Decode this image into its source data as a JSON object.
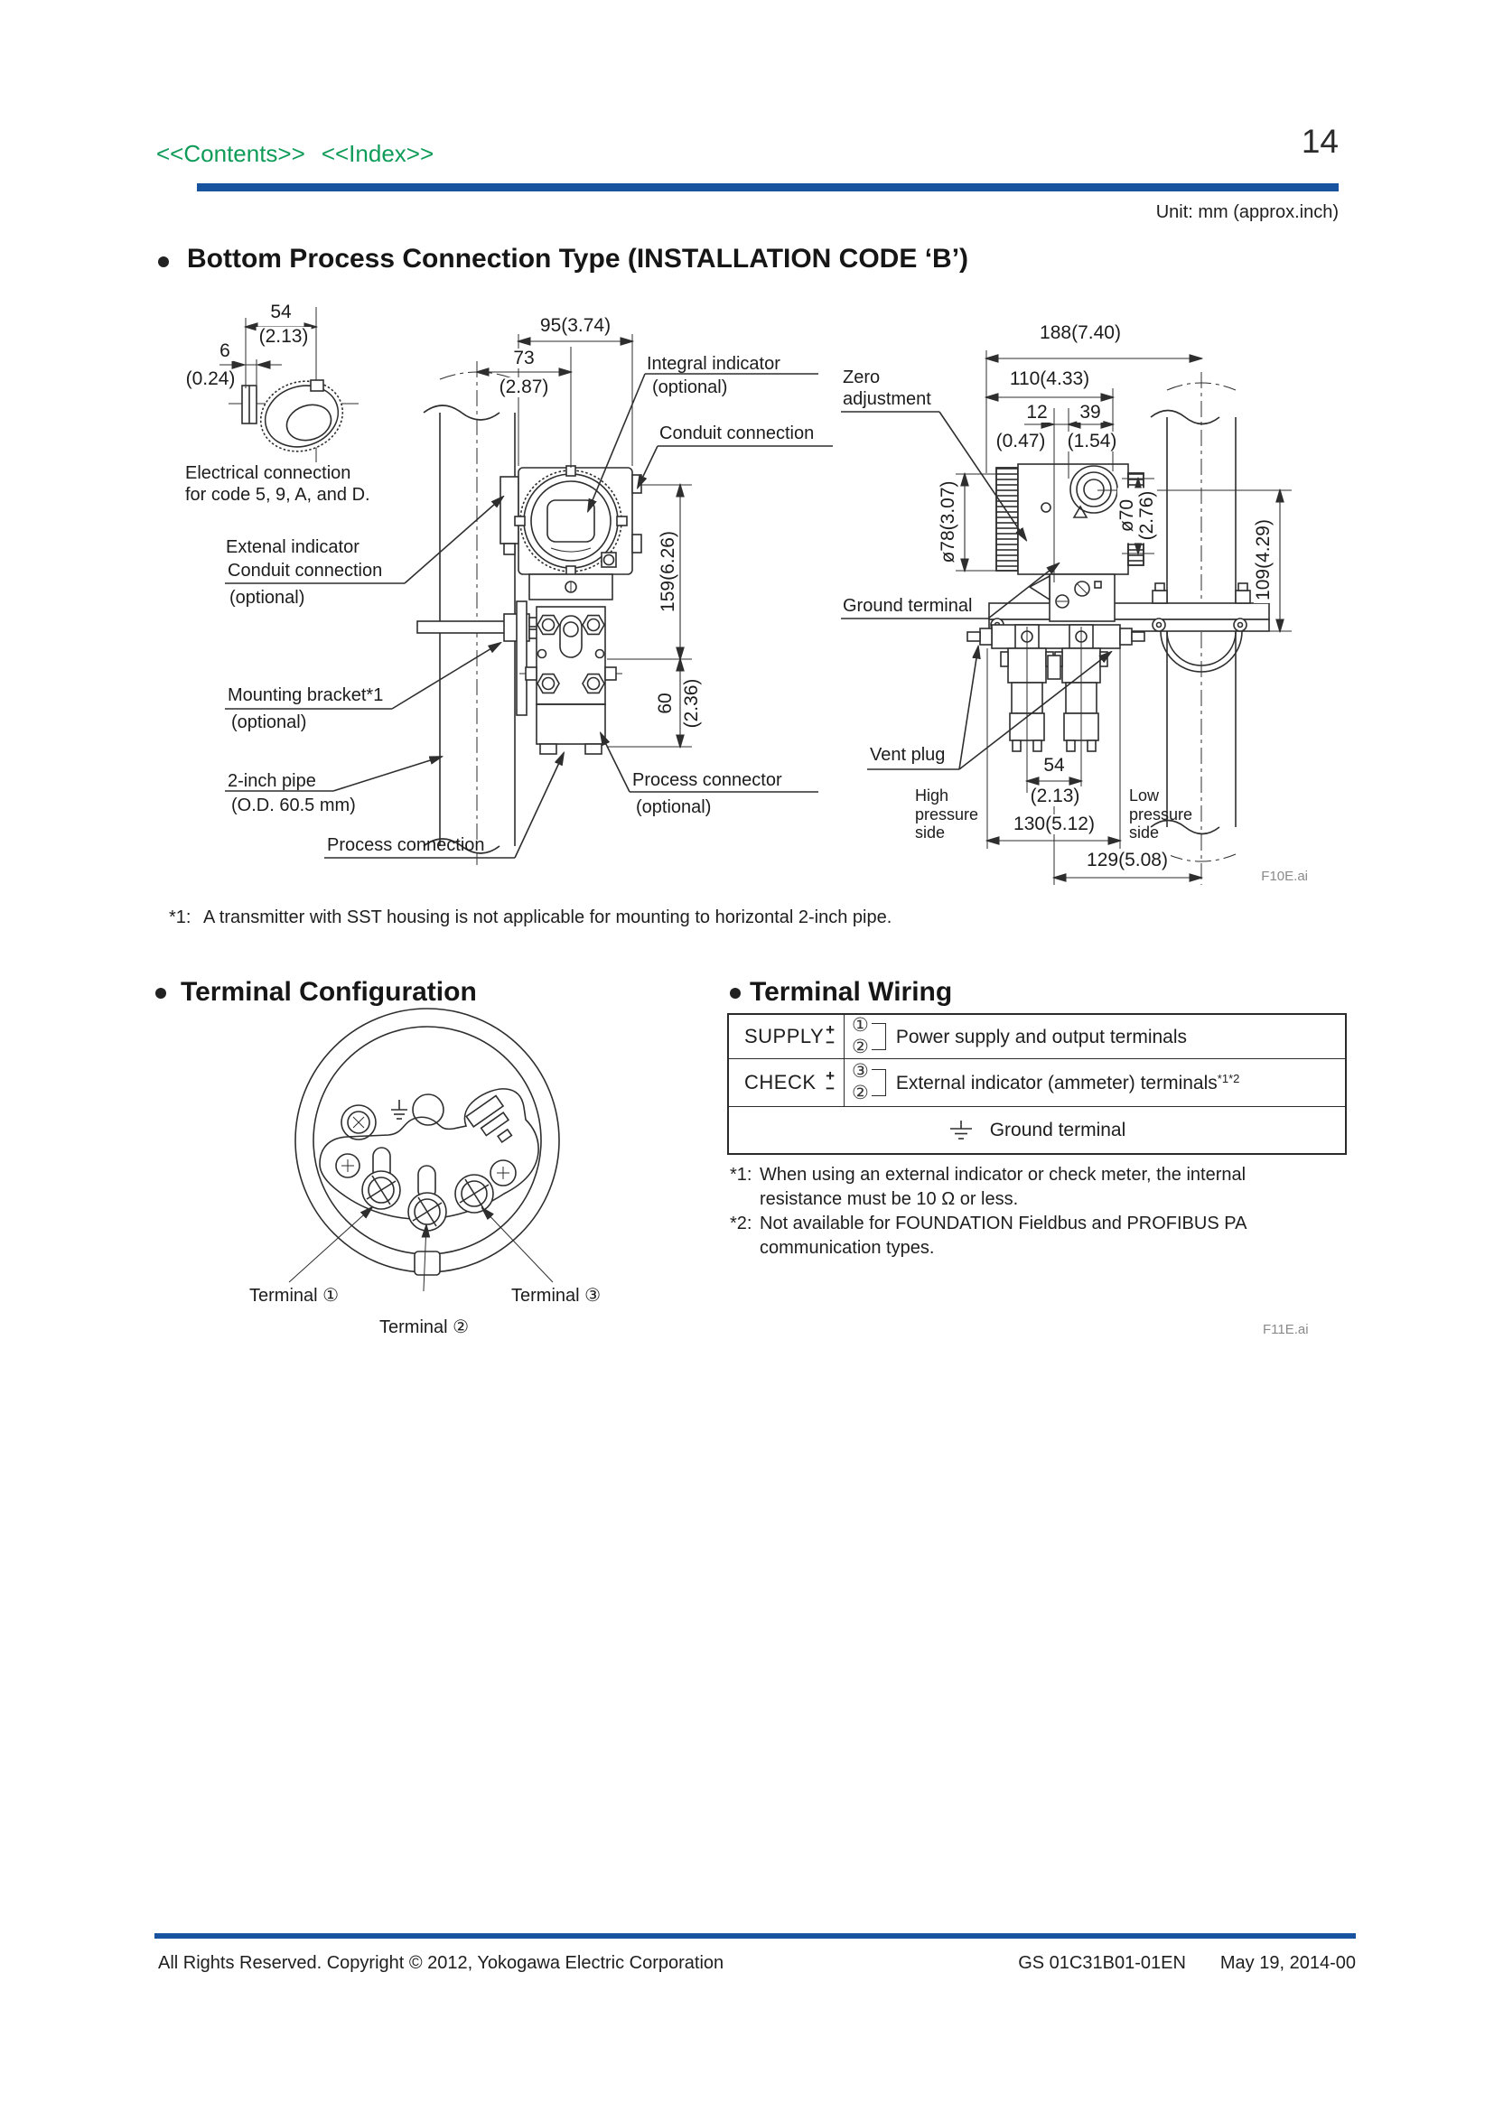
{
  "page": {
    "bullet": "●",
    "contents_link": "<<Contents>>",
    "index_link": "<<Index>>",
    "number": "14",
    "unit_note": "Unit: mm (approx.inch)",
    "footer_left": "All Rights Reserved. Copyright © 2012, Yokogawa Electric Corporation",
    "footer_doc": "GS 01C31B01-01EN",
    "footer_date": "May 19, 2014-00",
    "accent_blue": "#17539f",
    "link_green": "#0f9b58"
  },
  "figure1": {
    "title": "Bottom Process Connection Type (INSTALLATION CODE ‘B’)",
    "figure_id": "F10E.ai",
    "footnote": {
      "marker": "*1:",
      "text": "A transmitter with SST housing is not applicable for mounting to horizontal 2-inch pipe."
    },
    "labels": {
      "electrical_connection": "Electrical connection\nfor code 5, 9, A, and D.",
      "integral_indicator": "Integral indicator",
      "integral_indicator_opt": "(optional)",
      "conduit_connection": "Conduit connection",
      "external_indicator_line1": "Extenal indicator",
      "external_indicator_line2": "Conduit connection",
      "external_indicator_opt": "(optional)",
      "mounting_bracket": "Mounting bracket*1",
      "mounting_bracket_opt": "(optional)",
      "pipe": "2-inch pipe",
      "pipe_od": "(O.D. 60.5 mm)",
      "process_connection": "Process connection",
      "process_connector": "Process connector",
      "process_connector_opt": "(optional)",
      "zero_adjustment": "Zero\nadjustment",
      "ground_terminal": "Ground terminal",
      "vent_plug": "Vent plug",
      "high_pressure": "High\npressure\nside",
      "low_pressure": "Low\npressure\nside"
    },
    "dims": {
      "d54": "54",
      "d54_in": "(2.13)",
      "d6": "6",
      "d6_in": "(0.24)",
      "d95": "95(3.74)",
      "d73": "73",
      "d73_in": "(2.87)",
      "d159": "159(6.26)",
      "d60": "60",
      "d60_in": "(2.36)",
      "d188": "188(7.40)",
      "d110": "110(4.33)",
      "d12": "12",
      "d12_in": "(0.47)",
      "d39": "39",
      "d39_in": "(1.54)",
      "dia78": "ø78(3.07)",
      "dia70": "ø70\n(2.76)",
      "d109": "109(4.29)",
      "d54b": "54",
      "d54b_in": "(2.13)",
      "d130": "130(5.12)",
      "d129": "129(5.08)"
    }
  },
  "terminal_configuration": {
    "title": "Terminal Configuration",
    "figure_id": "F11E.ai",
    "terminal1": "Terminal ①",
    "terminal2": "Terminal ②",
    "terminal3": "Terminal ③"
  },
  "terminal_wiring": {
    "title": "Terminal Wiring",
    "rows": [
      {
        "label": "SUPPLY",
        "plus": "+",
        "minus": "−",
        "term_top": "①",
        "term_bottom": "②",
        "desc": "Power supply and output terminals",
        "sup": ""
      },
      {
        "label": "CHECK",
        "plus": "+",
        "minus": "−",
        "term_top": "③",
        "term_bottom": "②",
        "desc": "External indicator (ammeter) terminals",
        "sup": "*1*2"
      }
    ],
    "ground_label": "Ground terminal",
    "notes": [
      {
        "marker": "*1:",
        "text": "When using an external indicator or check meter, the internal\nresistance must be 10 Ω or less."
      },
      {
        "marker": "*2:",
        "text": "Not available for FOUNDATION Fieldbus and PROFIBUS PA\ncommunication types."
      }
    ]
  }
}
